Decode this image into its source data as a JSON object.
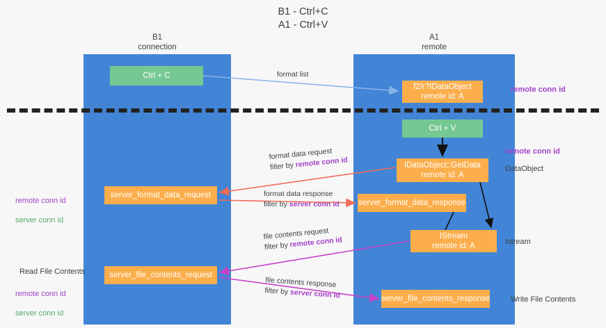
{
  "title": "B1 - Ctrl+C\nA1 - Ctrl+V",
  "lanes": [
    {
      "name": "b1",
      "heading": "B1\nconnection"
    },
    {
      "name": "a1",
      "heading": "A1\nremote"
    }
  ],
  "nodes": [
    {
      "id": "ctrl-c",
      "label": "Ctrl + C",
      "color": "#76c893"
    },
    {
      "id": "format-data-object",
      "label": "f2/r?IDataObject\nremote id: A",
      "color": "#fbae4b"
    },
    {
      "id": "ctrl-v",
      "label": "Ctrl + V",
      "color": "#76c893"
    },
    {
      "id": "idataobject-getdata",
      "label": "IDataObject::GetData\nremote id: A",
      "color": "#fbae4b"
    },
    {
      "id": "server-format-data-request",
      "label": "server_format_data_request",
      "color": "#fbae4b"
    },
    {
      "id": "server-format-data-response",
      "label": "server_format_data_response",
      "color": "#fbae4b"
    },
    {
      "id": "istream",
      "label": "IStream\nremote id: A",
      "color": "#fbae4b"
    },
    {
      "id": "server-file-contents-request",
      "label": "server_file_contents_request",
      "color": "#fbae4b"
    },
    {
      "id": "server-file-contents-response",
      "label": "server_file_contents_response",
      "color": "#fbae4b"
    }
  ],
  "edges": [
    {
      "id": "format-list",
      "label": "format list",
      "filter": "",
      "filter_prefix": "",
      "color": "#8ab4e8"
    },
    {
      "id": "format-data-request",
      "label": "format data request",
      "filter": "remote conn id",
      "filter_prefix": "filter by ",
      "color": "#ef6c57"
    },
    {
      "id": "format-data-response",
      "label": "format data response",
      "filter": "server conn id",
      "filter_prefix": "filter by ",
      "color": "#ef6c57"
    },
    {
      "id": "file-contents-request",
      "label": "file contents request",
      "filter": "remote conn id",
      "filter_prefix": "filter by ",
      "color": "#c842c8"
    },
    {
      "id": "file-contents-response",
      "label": "file contents response",
      "filter": "server conn id",
      "filter_prefix": "filter by ",
      "color": "#c842c8"
    }
  ],
  "annotations": {
    "remote_conn_id_top": "remote conn id",
    "remote_conn_id_mid": "remote conn id",
    "dataobject": "DataObject",
    "istream": "Istream",
    "write_file_contents": "Write File Contents",
    "read_file_contents": "Read File Contents",
    "left_ids_mid_remote": "remote conn id",
    "left_ids_mid_server": "server conn id",
    "left_ids_bottom_remote": "remote conn id",
    "left_ids_bottom_server": "server conn id"
  },
  "colors": {
    "lane": "#4285d6",
    "green_node": "#76c893",
    "orange_node": "#fbae4b",
    "purple_text": "#a142c7",
    "green_text": "#55aa6a",
    "red_arrow": "#ef6c57",
    "magenta_arrow": "#c842c8",
    "blue_arrow": "#8ab4e8",
    "divider": "#222222",
    "background": "#f7f7f7"
  }
}
